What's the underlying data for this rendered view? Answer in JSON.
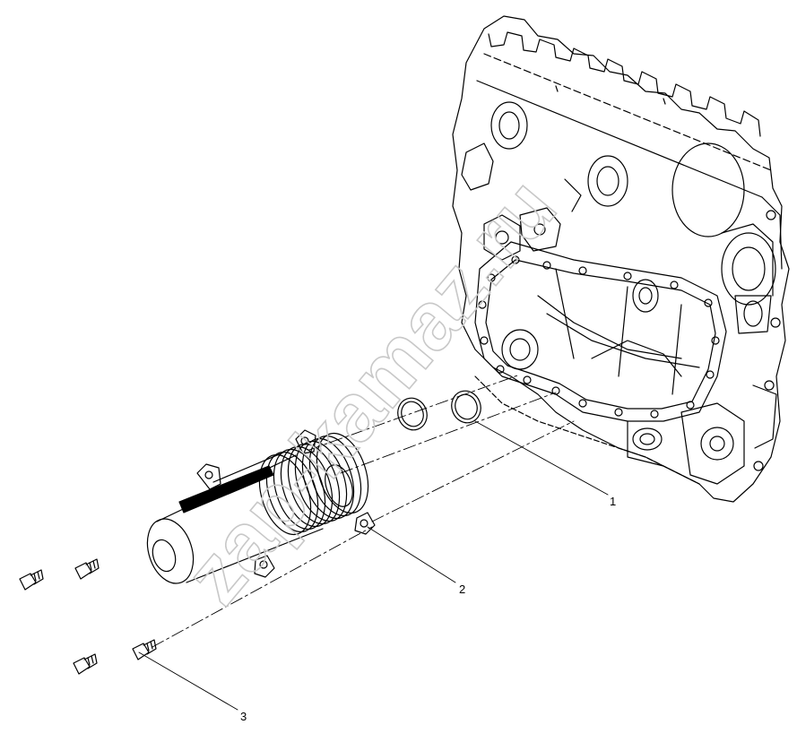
{
  "diagram": {
    "watermark_text": "zap-kamaz.ru",
    "callouts": [
      {
        "id": "1",
        "label": "1"
      },
      {
        "id": "2",
        "label": "2"
      },
      {
        "id": "3",
        "label": "3"
      }
    ]
  },
  "colors": {
    "line": "#000000",
    "watermark": "#c8c8c8",
    "background": "#ffffff"
  }
}
